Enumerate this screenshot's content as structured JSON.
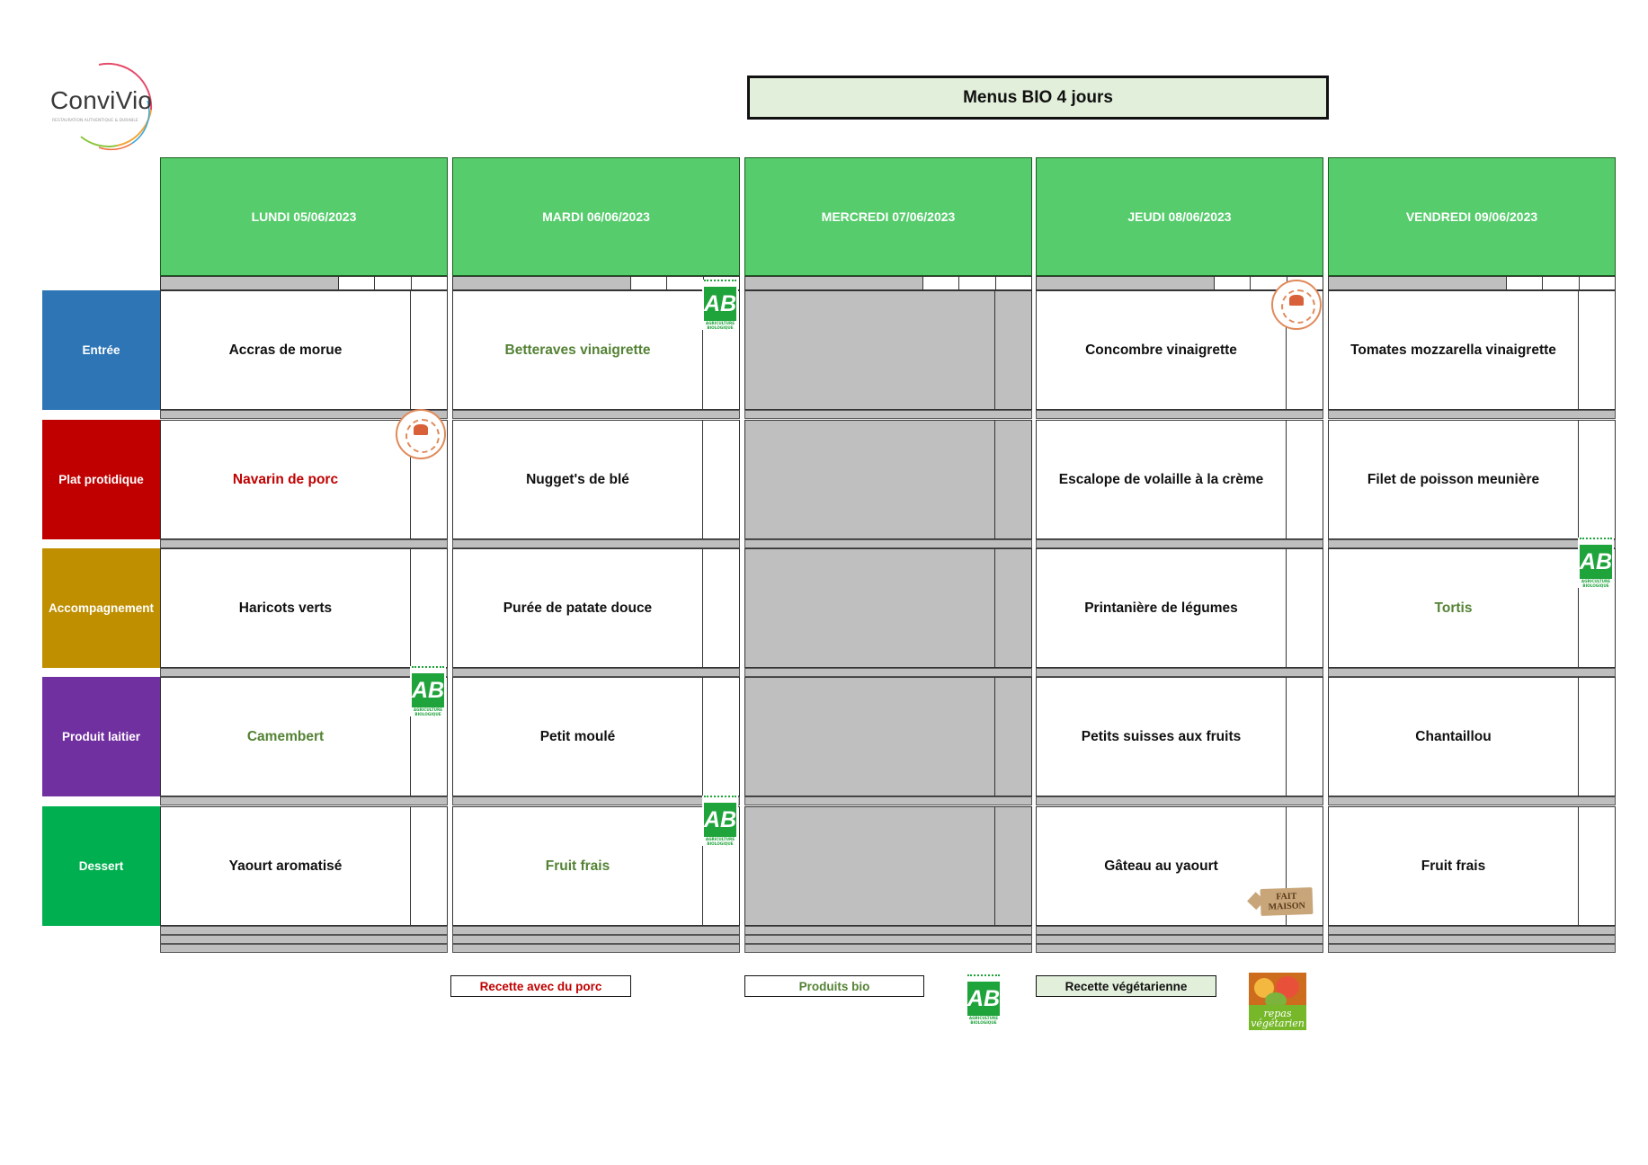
{
  "logo": {
    "name": "ConviVio",
    "tagline": "RESTAURATION AUTHENTIQUE & DURABLE"
  },
  "title": "Menus BIO 4 jours",
  "colors": {
    "header_green": "#56cc6c",
    "pork_red": "#c00000",
    "bio_green": "#548235",
    "closed_gray": "#bfbfbf",
    "legend_veg_bg": "#e2efda"
  },
  "days": [
    "LUNDI  05/06/2023",
    "MARDI 06/06/2023",
    "MERCREDI 07/06/2023",
    "JEUDI 08/06/2023",
    "VENDREDI 09/06/2023"
  ],
  "rows": [
    {
      "label": "Entrée",
      "color": "#2e75b6"
    },
    {
      "label": "Plat protidique",
      "color": "#c00000"
    },
    {
      "label": "Accompagnement",
      "color": "#bf8f00"
    },
    {
      "label": "Produit laitier",
      "color": "#7030a0"
    },
    {
      "label": "Dessert",
      "color": "#00b050"
    }
  ],
  "menu": [
    [
      {
        "text": "Accras de morue",
        "style": "normal"
      },
      {
        "text": "Navarin de porc",
        "style": "pork",
        "badge": "seal"
      },
      {
        "text": "Haricots verts",
        "style": "normal"
      },
      {
        "text": "Camembert",
        "style": "bio",
        "badge": "ab"
      },
      {
        "text": "Yaourt aromatisé",
        "style": "normal"
      }
    ],
    [
      {
        "text": "Betteraves vinaigrette",
        "style": "bio",
        "badge": "ab"
      },
      {
        "text": "Nugget's de blé",
        "style": "normal"
      },
      {
        "text": "Purée de patate douce",
        "style": "normal"
      },
      {
        "text": "Petit moulé",
        "style": "normal"
      },
      {
        "text": "Fruit frais",
        "style": "bio",
        "badge": "ab"
      }
    ],
    [
      {
        "text": "",
        "style": "closed"
      },
      {
        "text": "",
        "style": "closed"
      },
      {
        "text": "",
        "style": "closed"
      },
      {
        "text": "",
        "style": "closed"
      },
      {
        "text": "",
        "style": "closed"
      }
    ],
    [
      {
        "text": "Concombre vinaigrette",
        "style": "normal",
        "badge": "seal"
      },
      {
        "text": "Escalope de volaille à la crème",
        "style": "normal"
      },
      {
        "text": "Printanière de légumes",
        "style": "normal"
      },
      {
        "text": "Petits suisses aux fruits",
        "style": "normal"
      },
      {
        "text": "Gâteau au yaourt",
        "style": "normal",
        "badge": "fait_maison"
      }
    ],
    [
      {
        "text": "Tomates mozzarella vinaigrette",
        "style": "normal"
      },
      {
        "text": "Filet de poisson meunière",
        "style": "normal"
      },
      {
        "text": "Tortis",
        "style": "bio",
        "badge": "ab"
      },
      {
        "text": "Chantaillou",
        "style": "normal"
      },
      {
        "text": "Fruit frais",
        "style": "normal"
      }
    ]
  ],
  "badges": {
    "ab_letters": "AB",
    "ab_caption": "AGRICULTURE BIOLOGIQUE",
    "fait_maison": "FAIT MAISON"
  },
  "legend": {
    "pork": "Recette avec du porc",
    "bio": "Produits bio",
    "veg": "Recette végétarienne",
    "veg_icon_text": "repas végétarien"
  }
}
